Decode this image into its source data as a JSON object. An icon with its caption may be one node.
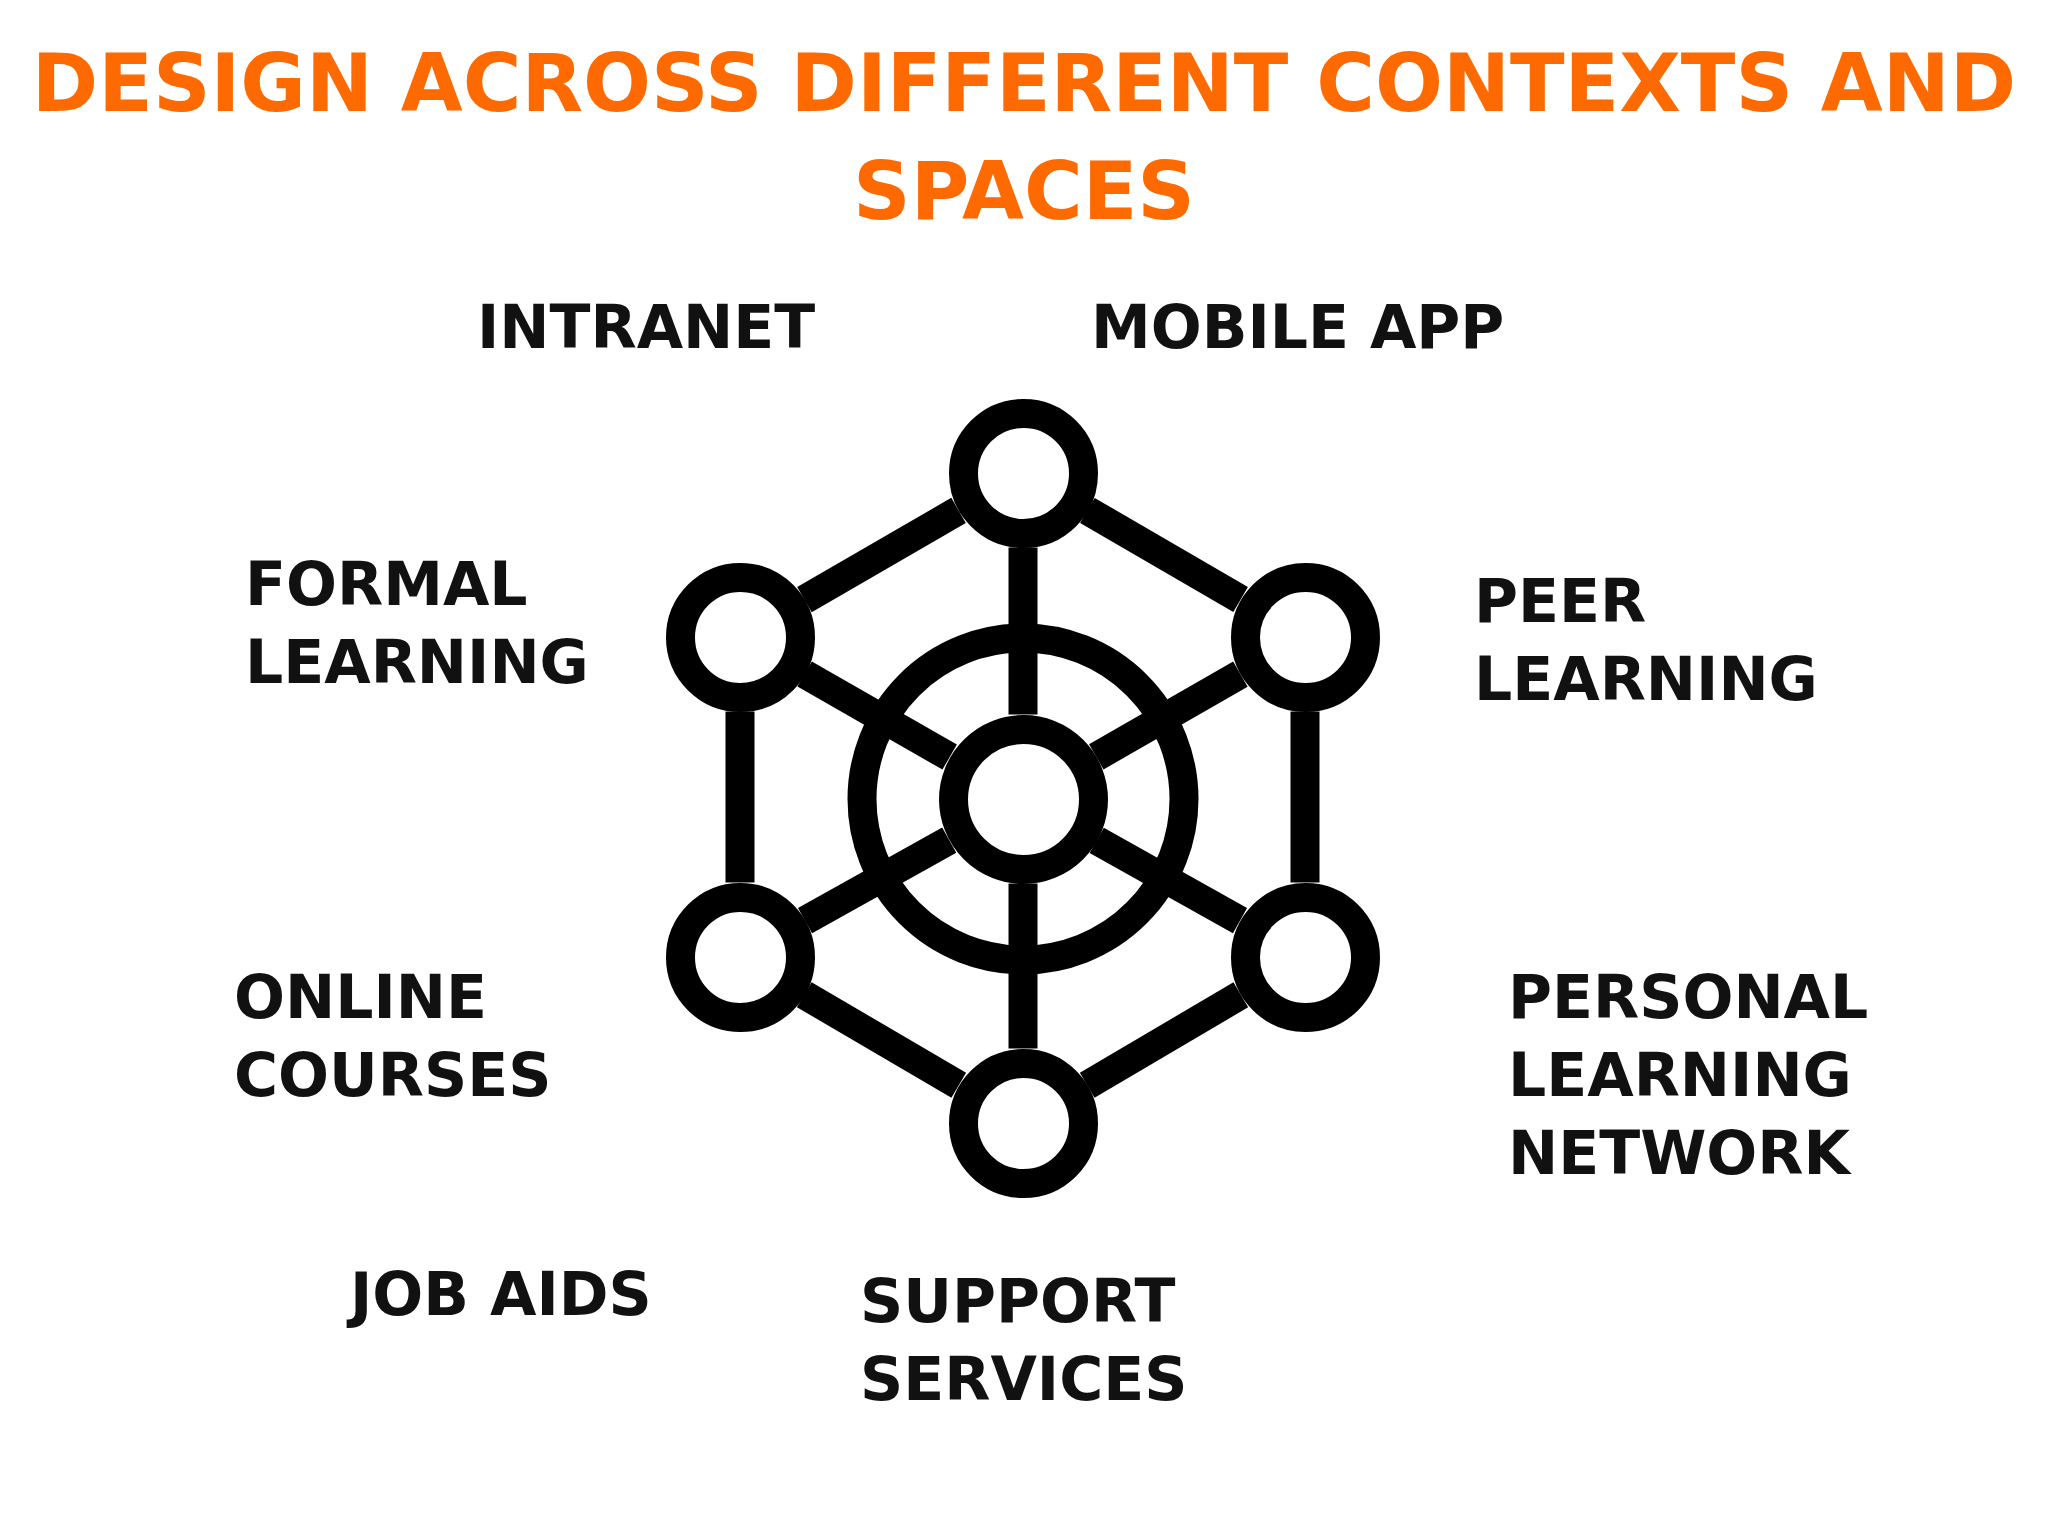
{
  "diagram": {
    "title": "DESIGN ACROSS DIFFERENT CONTEXTS AND SPACES",
    "nodes": [
      {
        "text": [],
        "shape": "circle"
      },
      {
        "text": [],
        "shape": "circle"
      },
      {
        "text": [],
        "shape": "circle"
      },
      {
        "text": [],
        "shape": "circle"
      },
      {
        "text": [],
        "shape": "circle"
      },
      {
        "text": [],
        "shape": "circle"
      },
      {
        "text": [],
        "shape": "circle"
      }
    ],
    "edges": [
      {
        "from": 0,
        "to": 1,
        "arrow": "none"
      },
      {
        "from": 0,
        "to": 2,
        "arrow": "none"
      },
      {
        "from": 1,
        "to": 4,
        "arrow": "none"
      },
      {
        "from": 2,
        "to": 5,
        "arrow": "none"
      },
      {
        "from": 4,
        "to": 6,
        "arrow": "none"
      },
      {
        "from": 5,
        "to": 6,
        "arrow": "none"
      },
      {
        "from": 3,
        "to": 0,
        "arrow": "none"
      },
      {
        "from": 3,
        "to": 1,
        "arrow": "none"
      },
      {
        "from": 3,
        "to": 2,
        "arrow": "none"
      },
      {
        "from": 3,
        "to": 4,
        "arrow": "none"
      },
      {
        "from": 3,
        "to": 5,
        "arrow": "none"
      },
      {
        "from": 3,
        "to": 6,
        "arrow": "none"
      }
    ],
    "labels": [
      "INTRANET",
      "MOBILE APP",
      "FORMAL LEARNING",
      "PEER LEARNING",
      "ONLINE COURSES",
      "PERSONAL LEARNING NETWORK",
      "JOB AIDS",
      "SUPPORT SERVICES"
    ]
  }
}
